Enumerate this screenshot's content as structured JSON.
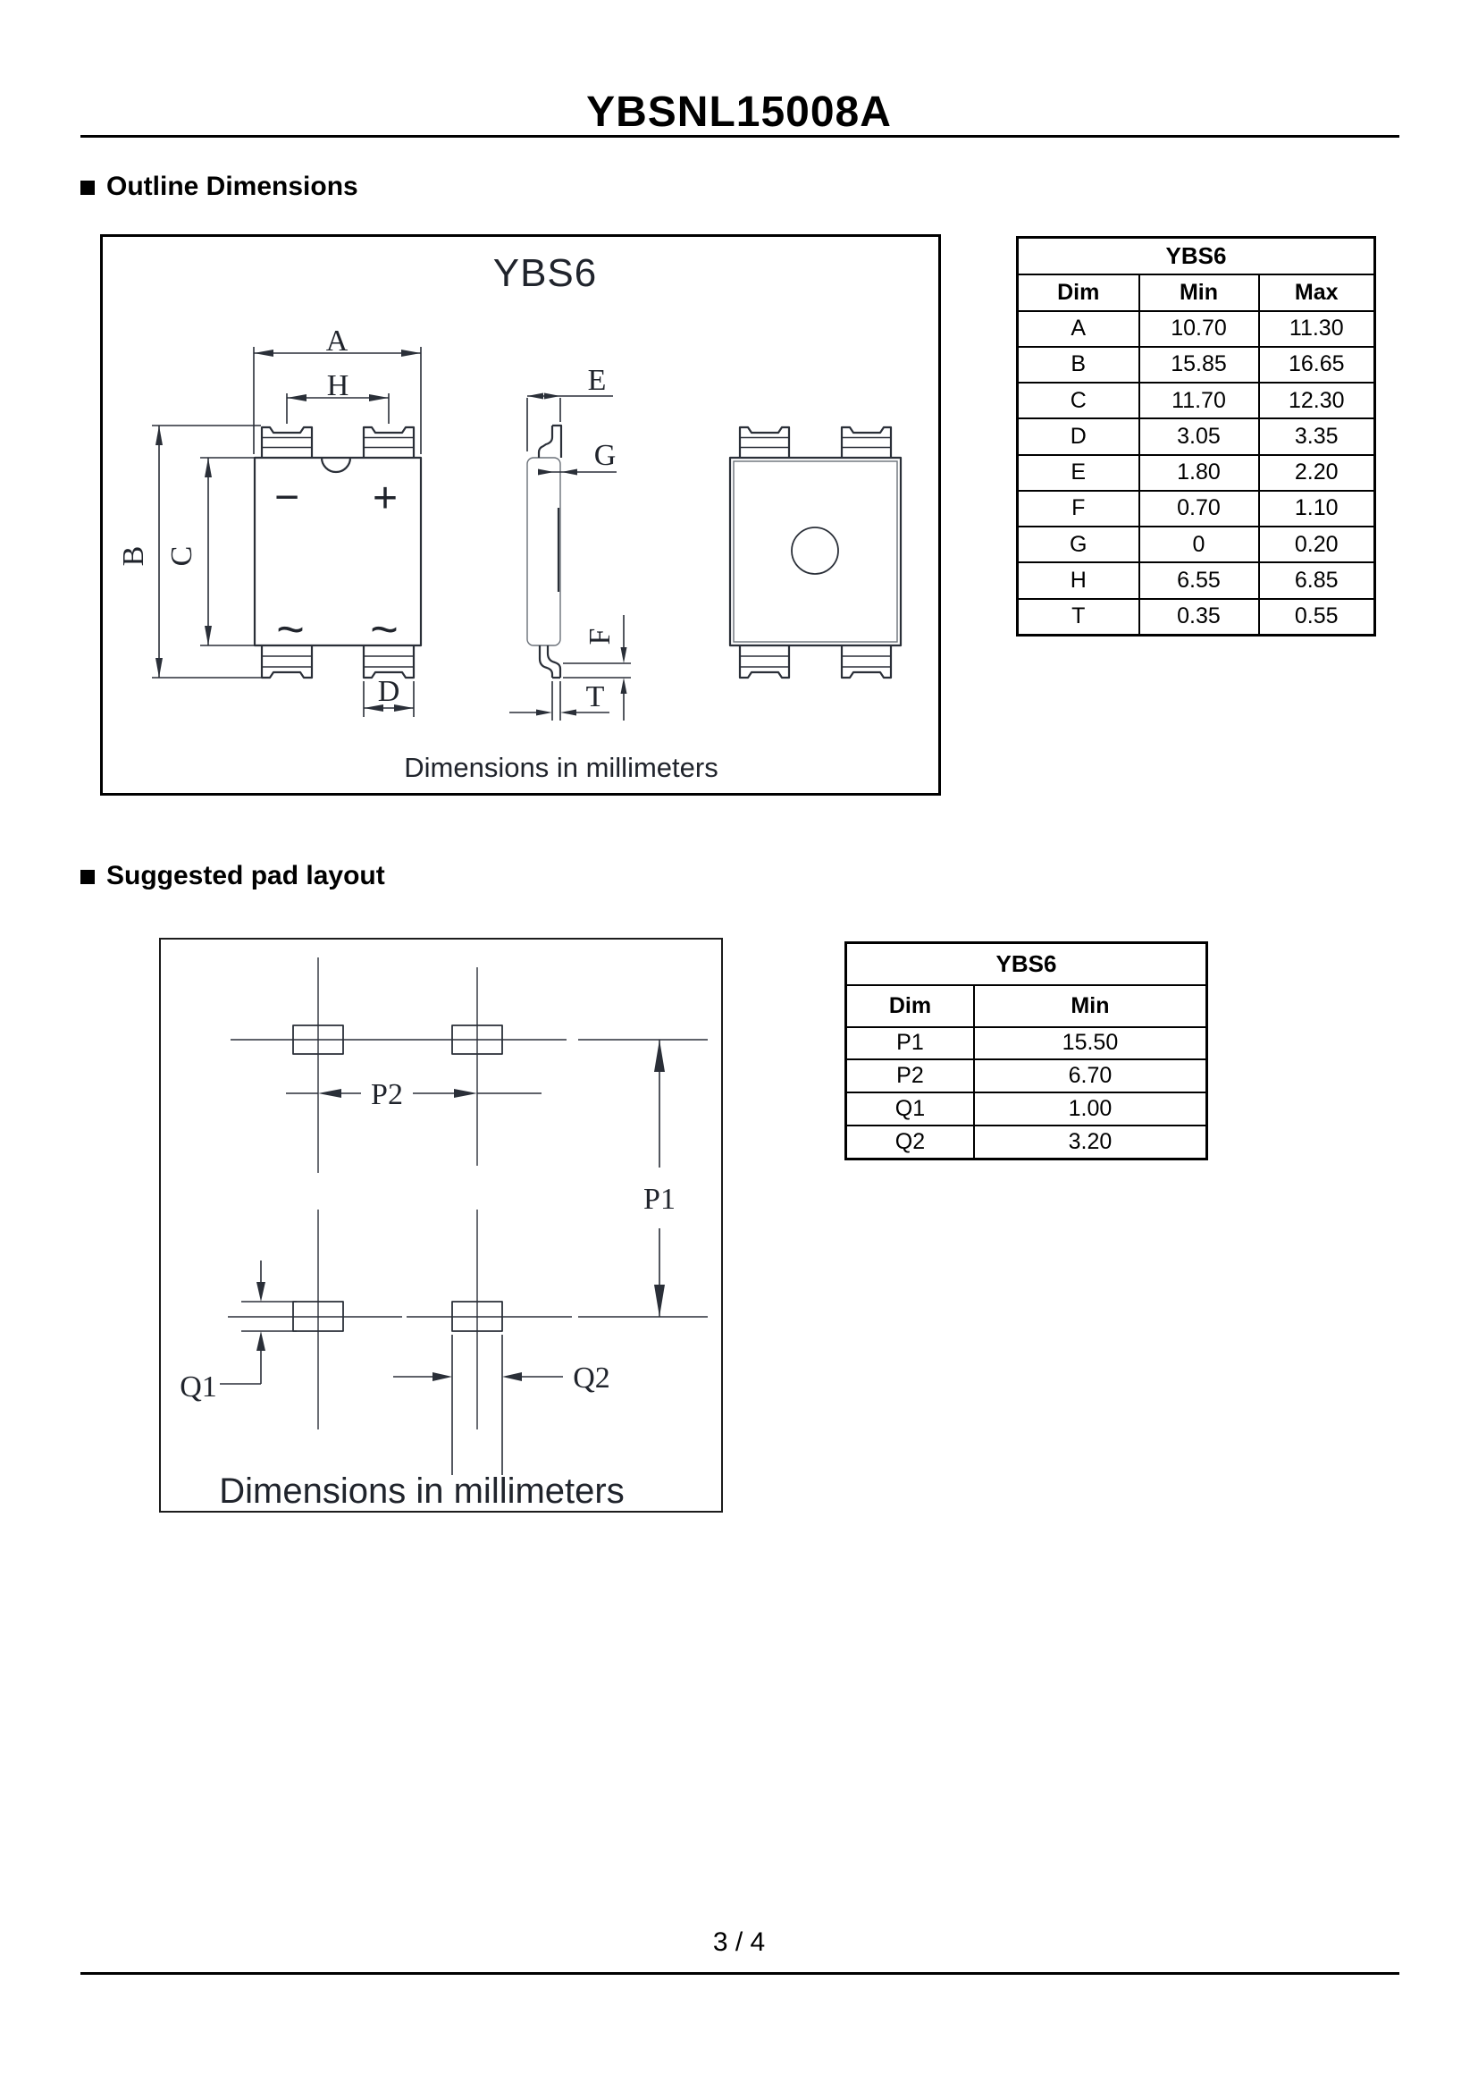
{
  "page": {
    "title": "YBSNL15008A",
    "footer_page": "3 / 4"
  },
  "sections": {
    "outline_heading": "Outline Dimensions",
    "pad_heading": "Suggested pad layout"
  },
  "outline_drawing": {
    "package_name": "YBS6",
    "caption": "Dimensions in millimeters",
    "dim_labels": {
      "A": "A",
      "H": "H",
      "B": "B",
      "C": "C",
      "D": "D",
      "E": "E",
      "G": "G",
      "F": "F",
      "T": "T"
    },
    "symbols": {
      "minus": "−",
      "plus": "+",
      "ac": "~"
    }
  },
  "pad_drawing": {
    "caption": "Dimensions in millimeters",
    "dim_labels": {
      "P1": "P1",
      "P2": "P2",
      "Q1": "Q1",
      "Q2": "Q2"
    }
  },
  "outline_table": {
    "title": "YBS6",
    "columns": [
      "Dim",
      "Min",
      "Max"
    ],
    "rows": [
      [
        "A",
        "10.70",
        "11.30"
      ],
      [
        "B",
        "15.85",
        "16.65"
      ],
      [
        "C",
        "11.70",
        "12.30"
      ],
      [
        "D",
        "3.05",
        "3.35"
      ],
      [
        "E",
        "1.80",
        "2.20"
      ],
      [
        "F",
        "0.70",
        "1.10"
      ],
      [
        "G",
        "0",
        "0.20"
      ],
      [
        "H",
        "6.55",
        "6.85"
      ],
      [
        "T",
        "0.35",
        "0.55"
      ]
    ]
  },
  "pad_table": {
    "title": "YBS6",
    "columns": [
      "Dim",
      "Min"
    ],
    "rows": [
      [
        "P1",
        "15.50"
      ],
      [
        "P2",
        "6.70"
      ],
      [
        "Q1",
        "1.00"
      ],
      [
        "Q2",
        "3.20"
      ]
    ]
  },
  "colors": {
    "paper": "#ffffff",
    "ink": "#000000",
    "drawing_line": "#2a2f38"
  }
}
